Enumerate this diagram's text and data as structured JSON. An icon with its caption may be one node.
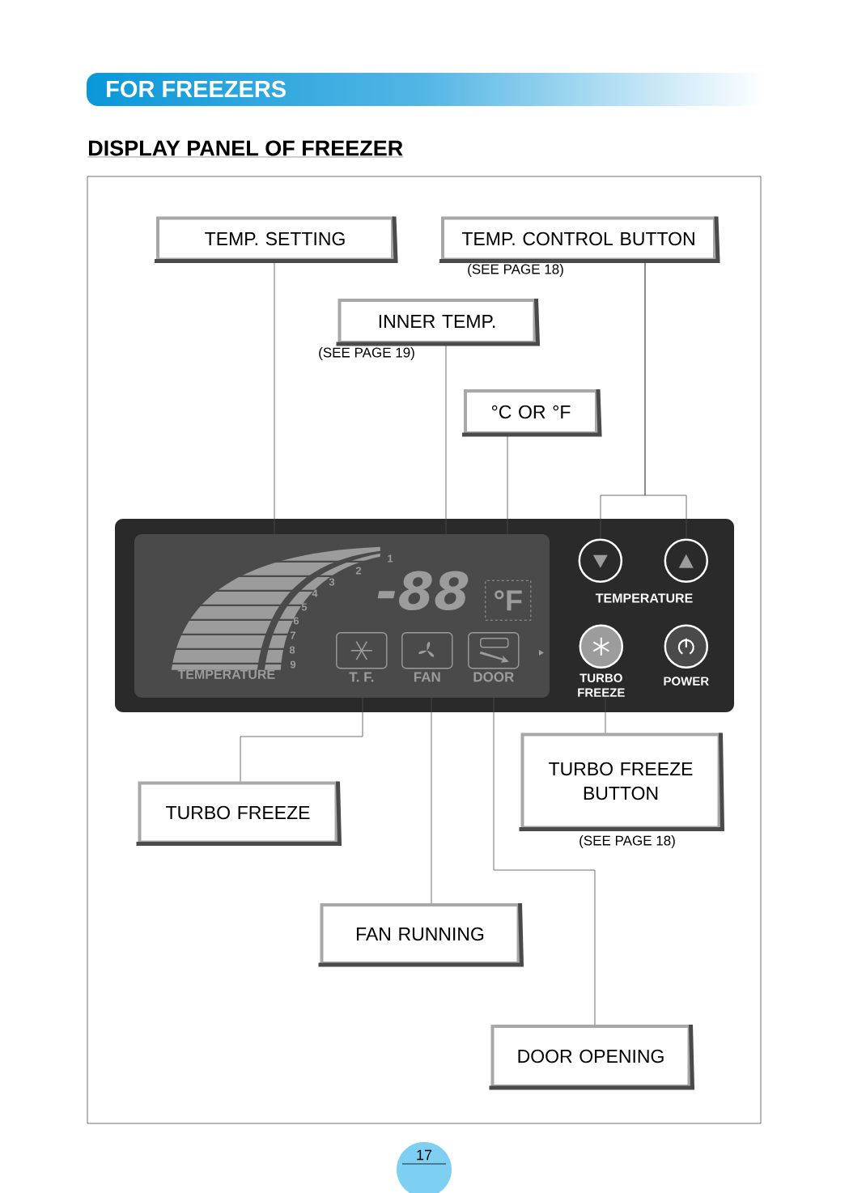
{
  "diagram": {
    "title": "DISPLAY PANEL OF FREEZER",
    "nodes": [
      {
        "text": [
          "TEMP. SETTING"
        ]
      },
      {
        "text": [
          "TEMP. CONTROL BUTTON"
        ],
        "beside": [
          "(SEE PAGE 18)"
        ]
      },
      {
        "text": [
          "INNER TEMP."
        ],
        "beside": [
          "(SEE PAGE 19)"
        ]
      },
      {
        "text": [
          "°C OR °F"
        ]
      },
      {
        "text": [
          "TURBO FREEZE BUTTON"
        ],
        "beside": [
          "(SEE PAGE 18)"
        ]
      },
      {
        "text": [
          "TURBO FREEZE"
        ]
      },
      {
        "text": [
          "FAN RUNNING"
        ]
      },
      {
        "text": [
          "DOOR OPENING"
        ]
      },
      {
        "text": [],
        "shape": "box"
      },
      {
        "text": [
          "TEMPERATURE"
        ],
        "in": 8
      },
      {
        "text": [
          "-88"
        ],
        "in": 8
      },
      {
        "text": [
          "°F"
        ],
        "in": 8
      },
      {
        "text": [
          "T. F."
        ],
        "in": 8
      },
      {
        "text": [
          "FAN"
        ],
        "in": 8
      },
      {
        "text": [
          "DOOR"
        ],
        "in": 8
      },
      {
        "text": [],
        "shape": "circle",
        "in": 8
      },
      {
        "text": [],
        "shape": "circle",
        "in": 8
      },
      {
        "text": [
          "TURBO FREEZE"
        ],
        "in": 8
      },
      {
        "text": [
          "POWER"
        ],
        "in": 8
      }
    ],
    "edges": [
      {
        "from": 0,
        "to": 9,
        "arrow": "none"
      },
      {
        "from": 1,
        "to": 15,
        "arrow": "none"
      },
      {
        "from": 1,
        "to": 16,
        "arrow": "none"
      },
      {
        "from": 2,
        "to": 10,
        "arrow": "none"
      },
      {
        "from": 3,
        "to": 11,
        "arrow": "none"
      },
      {
        "from": 4,
        "to": 17,
        "arrow": "none"
      },
      {
        "from": 5,
        "to": 12,
        "arrow": "none"
      },
      {
        "from": 6,
        "to": 13,
        "arrow": "none"
      },
      {
        "from": 7,
        "to": 14,
        "arrow": "none"
      }
    ],
    "labels": [
      "FOR FREEZERS",
      "1",
      "2",
      "3",
      "4",
      "5",
      "6",
      "7",
      "8",
      "9",
      "TEMPERATURE",
      "17"
    ]
  }
}
